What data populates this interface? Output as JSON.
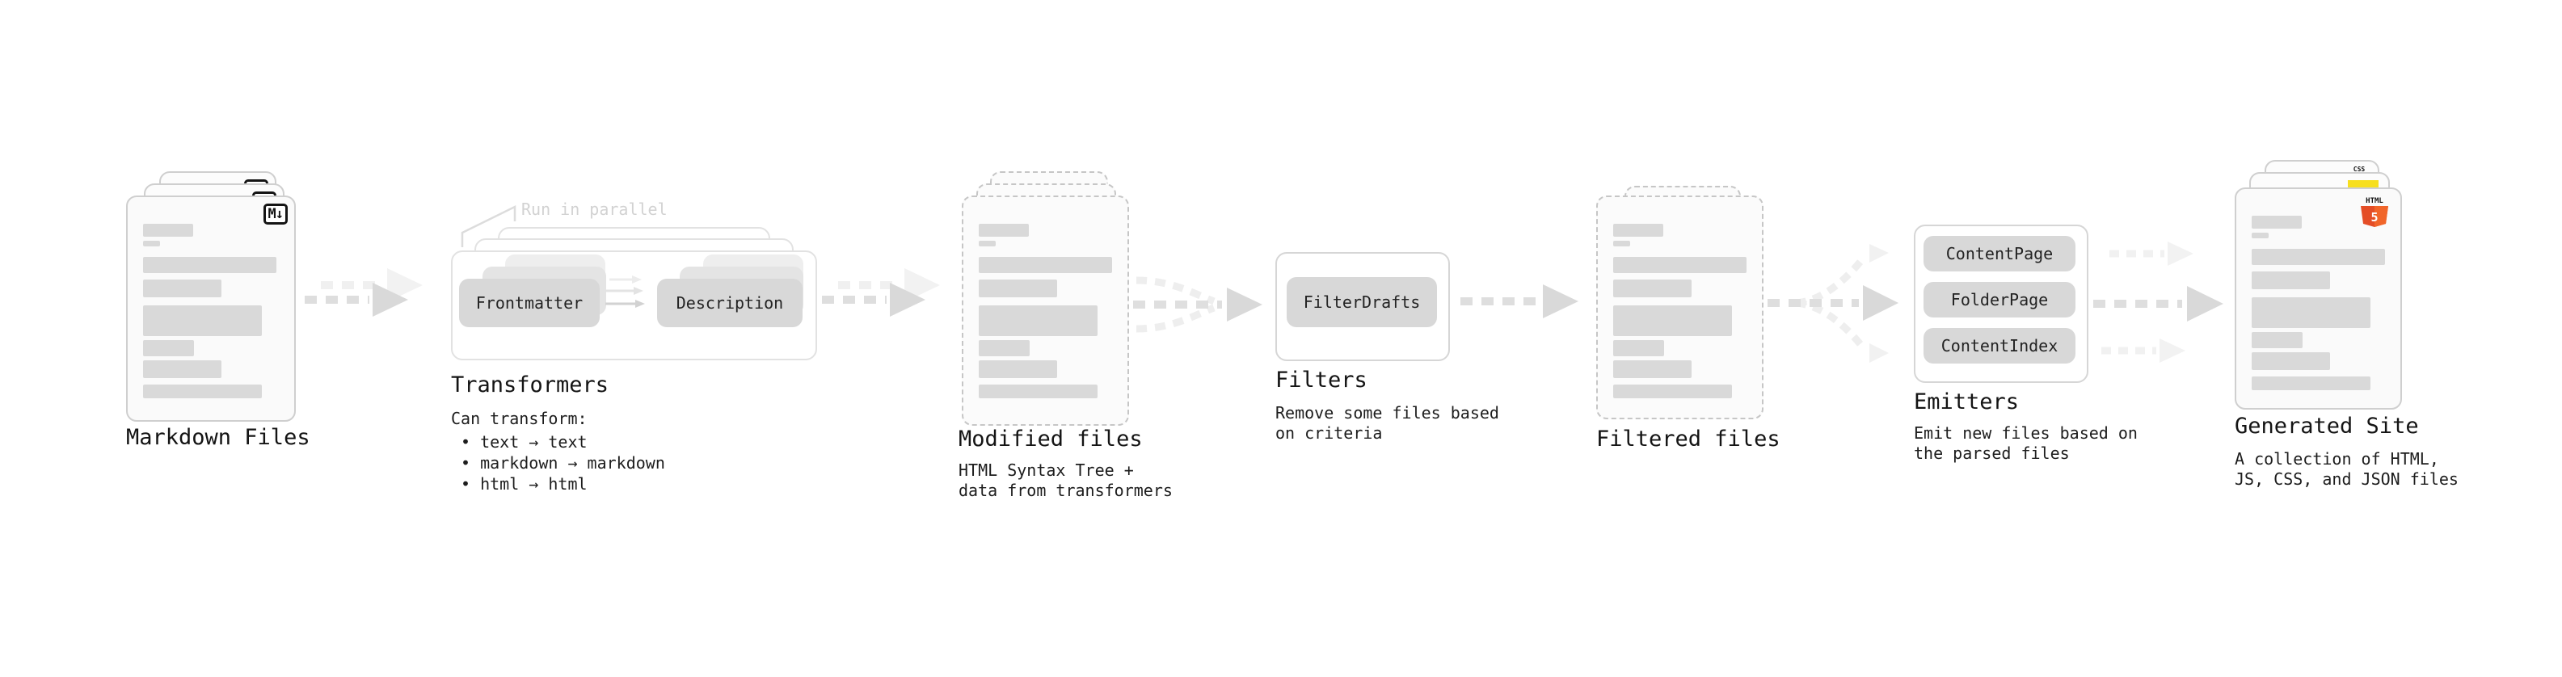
{
  "stages": {
    "markdown": {
      "label": "Markdown Files",
      "icon": "M↓"
    },
    "transformers": {
      "label": "Transformers",
      "callout": "Run in parallel",
      "pill_left": "Frontmatter",
      "pill_right": "Description",
      "desc_title": "Can transform:",
      "bullets": [
        "• text → text",
        "• markdown → markdown",
        "• html → html"
      ]
    },
    "modified": {
      "label": "Modified files",
      "desc": "HTML Syntax Tree +\ndata from transformers"
    },
    "filters": {
      "label": "Filters",
      "pill": "FilterDrafts",
      "desc": "Remove some files based\non criteria"
    },
    "filtered": {
      "label": "Filtered files"
    },
    "emitters": {
      "label": "Emitters",
      "pills": [
        "ContentPage",
        "FolderPage",
        "ContentIndex"
      ],
      "desc": "Emit new files based on\nthe parsed files"
    },
    "generated": {
      "label": "Generated Site",
      "desc": "A collection of HTML,\nJS, CSS, and JSON files",
      "css_badge": "CSS",
      "html_badge_title": "HTML",
      "html_badge_number": "5"
    }
  },
  "colors": {
    "arrow_dark": "#dedede",
    "arrow_head": "#d9d9d9",
    "arrow_ghost": "#f0f0f0",
    "pill_bg": "#d8d8d8",
    "card_bg": "#fafafa",
    "bar_fill": "#d9d9d9",
    "css_blue": "#2965f1",
    "js_yellow": "#f7df1e",
    "html5_orange": "#e44d26",
    "html5_orange_light": "#f16529"
  }
}
